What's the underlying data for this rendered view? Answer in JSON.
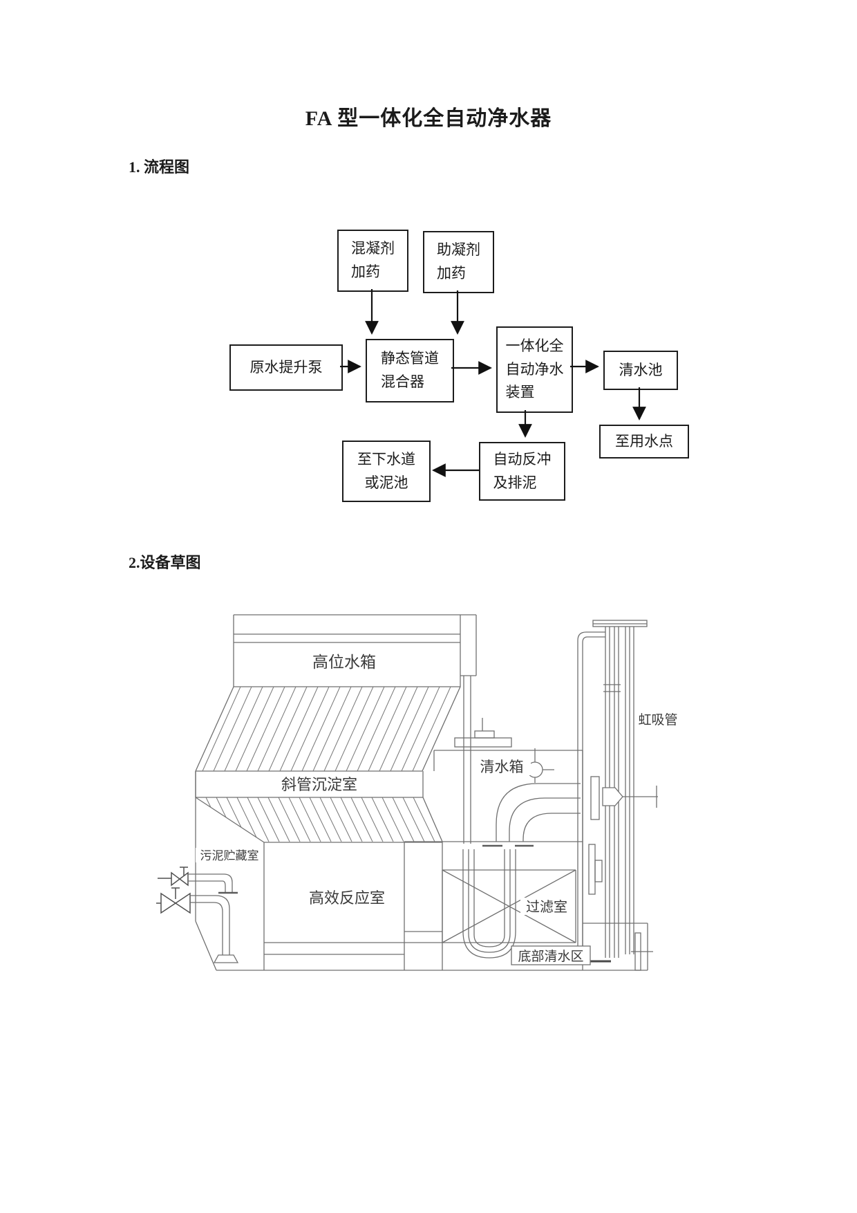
{
  "document": {
    "title": "FA 型一体化全自动净水器",
    "section1_heading": "1. 流程图",
    "section2_heading": "2.设备草图"
  },
  "flowchart": {
    "boxes": {
      "coagulant_dosing": {
        "line1": "混凝剂",
        "line2": "加药"
      },
      "coagulant_aid_dosing": {
        "line1": "助凝剂",
        "line2": "加药"
      },
      "raw_water_pump": {
        "line1": "原水提升泵"
      },
      "static_pipe_mixer": {
        "line1": "静态管道",
        "line2": "混合器"
      },
      "integrated_purifier": {
        "line1": "一体化全",
        "line2": "自动净水",
        "line3": "装置"
      },
      "clear_water_pool": {
        "line1": "清水池"
      },
      "to_water_use_point": {
        "line1": "至用水点"
      },
      "to_sewer_or_sludge_pool": {
        "line1": "至下水道",
        "line2": "或泥池"
      },
      "auto_backwash_sludge": {
        "line1": "自动反冲",
        "line2": "及排泥"
      }
    },
    "arrow_color": "#111111"
  },
  "sketch": {
    "labels": {
      "high_level_tank": "高位水箱",
      "inclined_tube_settling_chamber": "斜管沉淀室",
      "clear_water_tank": "清水箱",
      "siphon_pipe": "虹吸管",
      "sludge_storage_chamber": "污泥贮藏室",
      "high_efficiency_reaction_chamber": "高效反应室",
      "filter_chamber": "过滤室",
      "bottom_clear_water_zone": "底部清水区"
    },
    "line_color": "#6f6f6f",
    "label_color": "#3a3a3a"
  }
}
